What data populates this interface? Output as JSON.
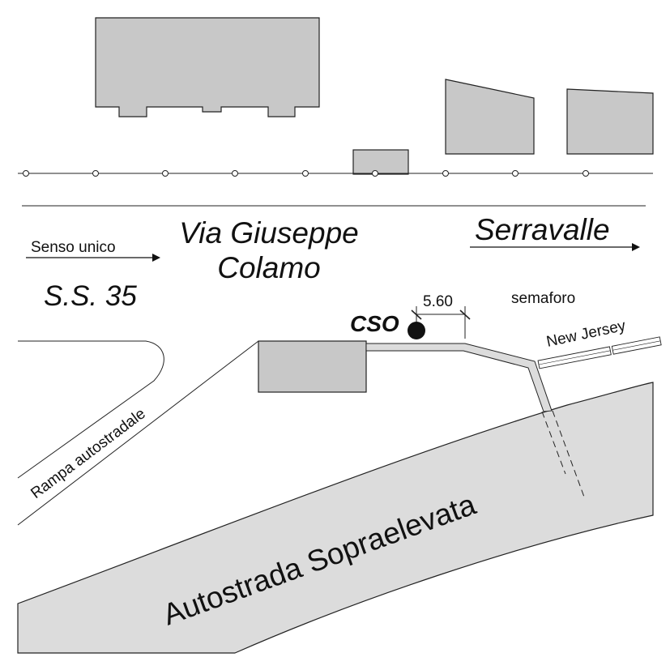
{
  "labels": {
    "senso_unico": "Senso unico",
    "street_line1": "Via Giuseppe",
    "street_line2": "Colamo",
    "road_code": "S.S. 35",
    "destination": "Serravalle",
    "measure": "5.60",
    "cso": "CSO",
    "semaforo": "semaforo",
    "new_jersey": "New Jersey",
    "rampa": "Rampa autostradale",
    "autostrada": "Autostrada Sopraelevata"
  },
  "colors": {
    "building_fill": "#c8c8c8",
    "road_fill": "#dcdcdc",
    "stroke": "#222222",
    "marker": "#111111"
  }
}
